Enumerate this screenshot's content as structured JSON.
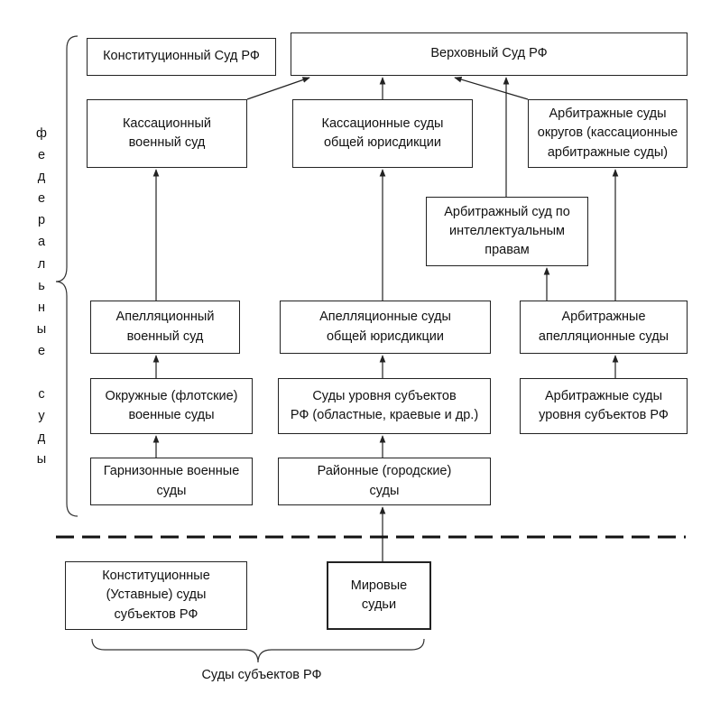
{
  "boxes": {
    "constitutional_court": "Конституционный Суд РФ",
    "supreme_court": "Верховный Суд РФ",
    "cassation_military": "Кассационный\nвоенный суд",
    "cassation_general": "Кассационные суды\nобщей юрисдикции",
    "arbitration_district": "Арбитражные суды\nокругов (кассационные\nарбитражные суды)",
    "ip_court": "Арбитражный суд по\nинтеллектуальным\nправам",
    "appeal_military": "Апелляционный\nвоенный суд",
    "appeal_general": "Апелляционные суды\nобщей юрисдикции",
    "appeal_arbitration": "Арбитражные\nапелляционные суды",
    "district_military": "Окружные (флотские)\nвоенные суды",
    "subject_courts": "Суды уровня субъектов\nРФ (областные, краевые и др.)",
    "subject_arbitration": "Арбитражные суды\nуровня субъектов РФ",
    "garrison": "Гарнизонные военные\nсуды",
    "district_courts": "Районные (городские)\nсуды",
    "subject_constitutional": "Конституционные\n(Уставные) суды\nсубъектов РФ",
    "justices_peace": "Мировые\nсудьи"
  },
  "federal_label": [
    "ф",
    "е",
    "д",
    "е",
    "р",
    "а",
    "л",
    "ь",
    "н",
    "ы",
    "е",
    "",
    "с",
    "у",
    "д",
    "ы"
  ],
  "subject_caption": "Суды субъектов РФ"
}
